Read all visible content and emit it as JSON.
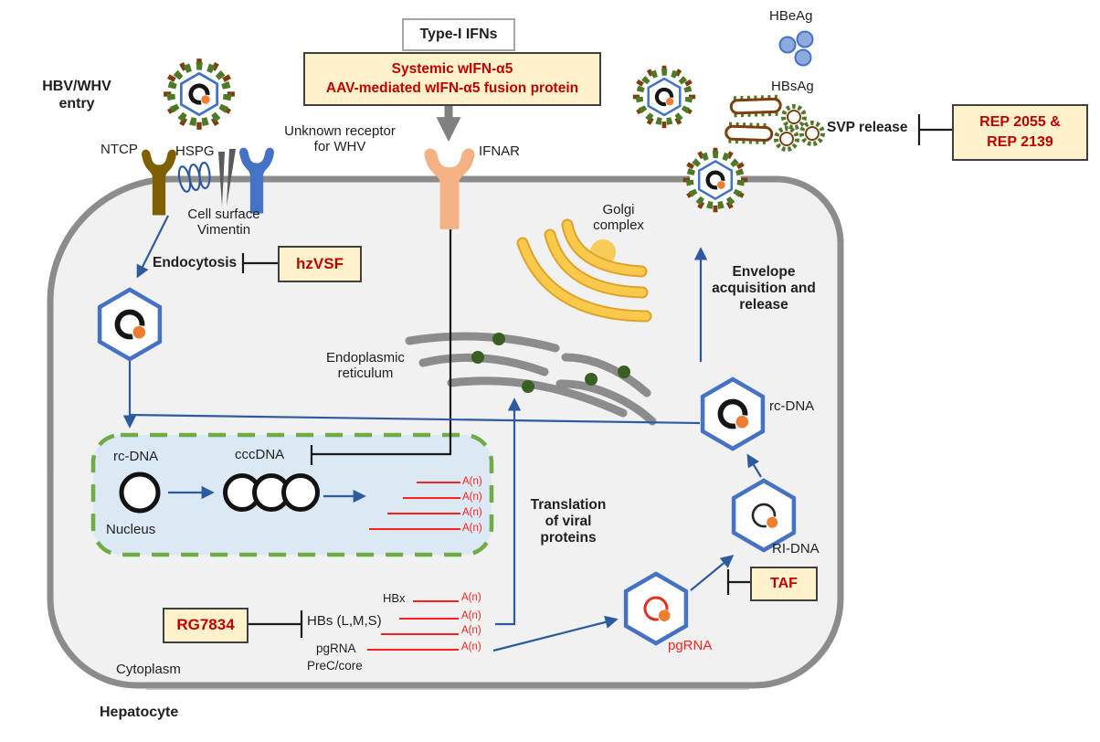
{
  "entry": {
    "title": "HBV/WHV\nentry",
    "endocytosis": "Endocytosis",
    "receptors": {
      "ntcp": "NTCP",
      "hspg": "HSPG",
      "vimentin": "Cell surface\nVimentin",
      "unknown": "Unknown receptor\nfor WHV",
      "ifnar": "IFNAR"
    }
  },
  "interventions": {
    "type_i_ifns": "Type-I IFNs",
    "systemic_ifn": "Systemic wIFN-α5\nAAV-mediated wIFN-α5 fusion protein",
    "hzvsf": "hzVSF",
    "rg7834": "RG7834",
    "taf": "TAF",
    "rep": "REP 2055 &\nREP 2139"
  },
  "organelles": {
    "golgi": "Golgi\ncomplex",
    "er": "Endoplasmic\nreticulum",
    "nucleus": "Nucleus",
    "cytoplasm": "Cytoplasm",
    "cell": "Hepatocyte"
  },
  "nucleus": {
    "rcdna": "rc-DNA",
    "cccdna": "cccDNA",
    "polya": "A(n)"
  },
  "cytoplasm": {
    "transcripts": {
      "hbx": "HBx",
      "hbs": "HBs (L,M,S)",
      "pgrna": "pgRNA",
      "prec_core": "PreC/core",
      "polya": "A(n)"
    },
    "translation": "Translation\nof viral\nproteins",
    "pgrna_capsid": "pgRNA",
    "ridna": "RI-DNA",
    "rcdna": "rc-DNA",
    "envelope": "Envelope\nacquisition and\nrelease"
  },
  "secretion": {
    "hbeag": "HBeAg",
    "hbsag": "HBsAg",
    "svp": "SVP release"
  },
  "colors": {
    "box_fill": "#FDF2CC",
    "box_text_red": "#C00000",
    "mrna_red": "#FF2020",
    "capsid_blue": "#4472C4",
    "arrow_blue": "#2E5B9F",
    "membrane_gray": "#8C8C8C",
    "nucleus_fill": "#DBE9F5",
    "nucleus_border": "#6FAC47",
    "golgi_yellow": "#F9C94A",
    "orange_polymerase": "#ED7D31",
    "ntcp_olive": "#7F6000",
    "ifnar_salmon": "#F4B183"
  }
}
